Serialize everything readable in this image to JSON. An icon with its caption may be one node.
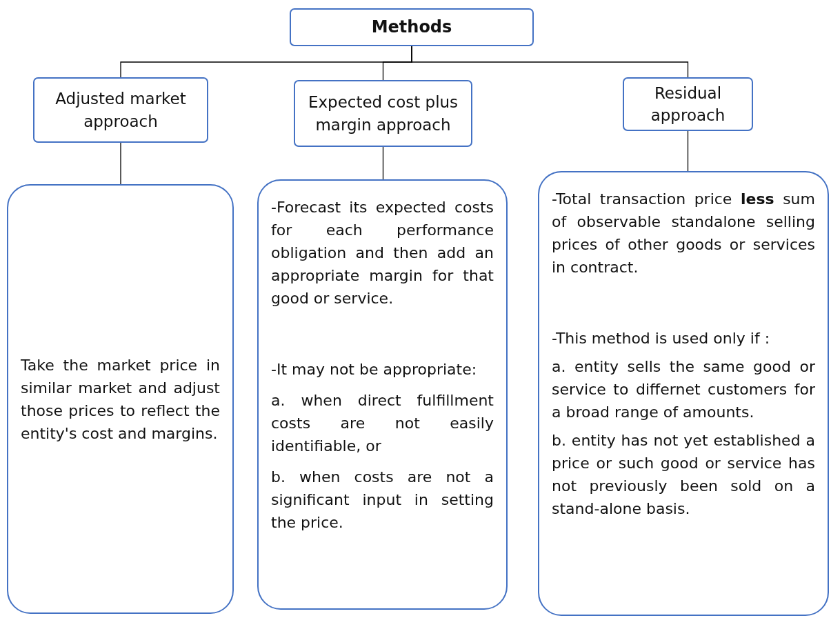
{
  "diagram": {
    "nodes": [
      {
        "text": [
          "Methods"
        ]
      },
      {
        "text": [
          "Adjusted market approach"
        ]
      },
      {
        "text": [
          "Expected cost plus margin approach"
        ]
      },
      {
        "text": [
          "Residual approach"
        ]
      },
      {
        "text": [
          "Take the market price in similar market and adjust those prices to reflect the entity's cost and margins."
        ]
      },
      {
        "text": [
          "-Forecast its expected costs for each performance obligation and then add an appropriate margin for that good or service.",
          "-It may not be appropriate:",
          "a. when direct fulfillment costs are not easily identifiable, or",
          "b. when costs are not a significant input in setting the price."
        ]
      },
      {
        "text": [
          "-Total transaction price **less** sum of observable standalone selling prices of other goods or services in contract.",
          "-This method is used only if :",
          "a. entity sells the same good or service to differnet customers for a broad range of amounts.",
          "b. entity has not yet established a price or such good or service has not previously been sold on a stand-alone basis."
        ]
      }
    ],
    "edges": [
      {
        "from": 0,
        "to": 1,
        "arrow": "none"
      },
      {
        "from": 0,
        "to": 2,
        "arrow": "none"
      },
      {
        "from": 0,
        "to": 3,
        "arrow": "none"
      },
      {
        "from": 1,
        "to": 4,
        "arrow": "none"
      },
      {
        "from": 2,
        "to": 5,
        "arrow": "none"
      },
      {
        "from": 3,
        "to": 6,
        "arrow": "none"
      }
    ]
  }
}
